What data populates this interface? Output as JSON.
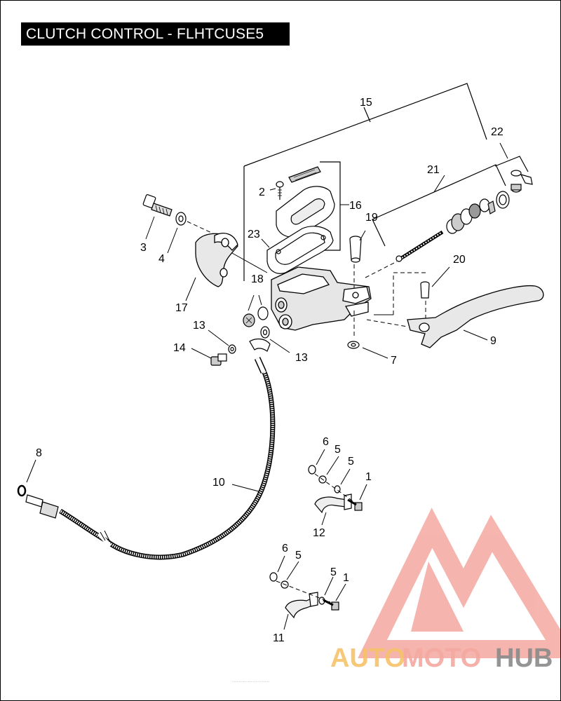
{
  "diagram": {
    "title": "CLUTCH CONTROL - FLHTCUSE5",
    "callouts": {
      "c1a": "1",
      "c1b": "1",
      "c2": "2",
      "c3": "3",
      "c4": "4",
      "c5a": "5",
      "c5b": "5",
      "c5c": "5",
      "c5d": "5",
      "c6a": "6",
      "c6b": "6",
      "c7": "7",
      "c8": "8",
      "c9": "9",
      "c10": "10",
      "c11": "11",
      "c12": "12",
      "c13a": "13",
      "c13b": "13",
      "c14": "14",
      "c15": "15",
      "c16": "16",
      "c17": "17",
      "c18": "18",
      "c19": "19",
      "c20": "20",
      "c21": "21",
      "c22": "22",
      "c23": "23"
    },
    "footer_note": "........................"
  },
  "watermark": {
    "part1": "AUTO",
    "part2": "MOTO",
    "part3": "HUB",
    "color_primary": "#f4a8a0",
    "color_accent": "#f6c36a",
    "color_dark": "#8a8a8a"
  }
}
